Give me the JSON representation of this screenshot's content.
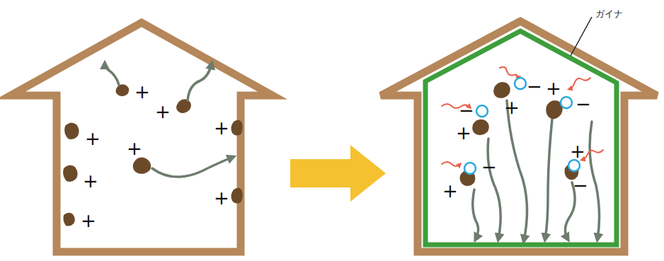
{
  "diagram": {
    "labels": [
      "+",
      "+",
      "+",
      "+",
      "+",
      "+",
      "+",
      "+",
      "+",
      "−",
      "+",
      "−",
      "−",
      "+",
      "−",
      "+",
      "+",
      "−",
      "ガイナ"
    ]
  }
}
